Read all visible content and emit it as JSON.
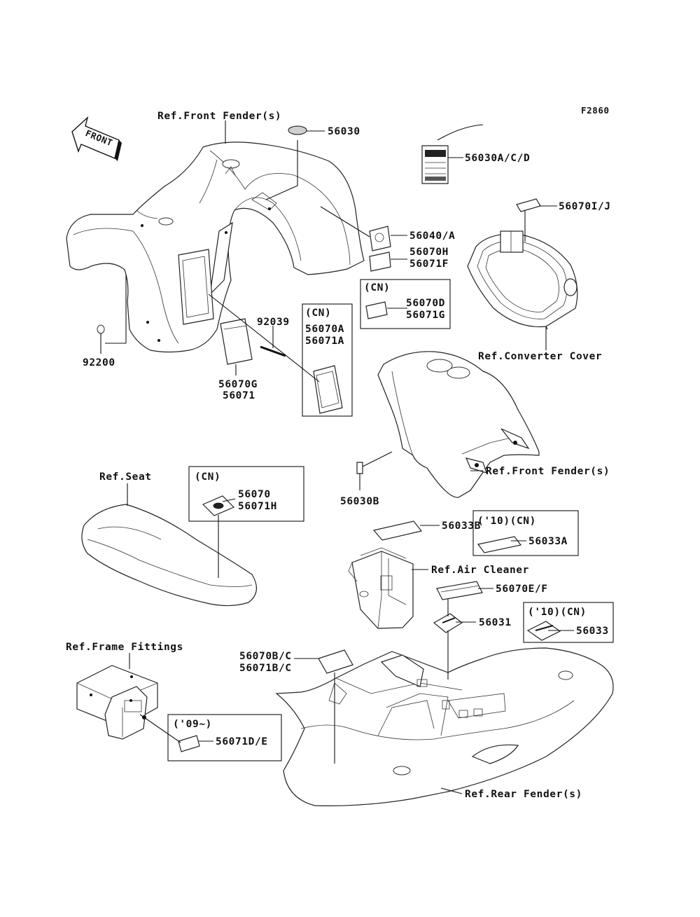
{
  "figure_id": "F2860",
  "direction_arrow": {
    "label": "FRONT",
    "icon": "front-arrow-icon"
  },
  "labels": {
    "ref_front_fender_top": "Ref.Front Fender(s)",
    "p56030": "56030",
    "p56030acd": "56030A/C/D",
    "p56070ij": "56070I/J",
    "p56040a": "56040/A",
    "p56070h": "56070H",
    "p56071f": "56071F",
    "cn1": "(CN)",
    "p56070d": "56070D",
    "p56071g": "56071G",
    "ref_converter_cover": "Ref.Converter Cover",
    "cn2": "(CN)",
    "p56070a": "56070A",
    "p56071a": "56071A",
    "p92039": "92039",
    "p92200": "92200",
    "p56070g": "56070G",
    "p56071": "56071",
    "ref_front_fender_mid": "Ref.Front Fender(s)",
    "p56030b": "56030B",
    "ref_seat": "Ref.Seat",
    "cn3": "(CN)",
    "p56070": "56070",
    "p56071h": "56071H",
    "p56033b": "56033B",
    "y10cn1": "('10)(CN)",
    "p56033a": "56033A",
    "ref_air_cleaner": "Ref.Air Cleaner",
    "p56070ef": "56070E/F",
    "p56031": "56031",
    "y10cn2": "('10)(CN)",
    "p56033": "56033",
    "ref_frame_fittings": "Ref.Frame Fittings",
    "p56070bc": "56070B/C",
    "p56071bc": "56071B/C",
    "y09": "('09~)",
    "p56071de": "56071D/E",
    "ref_rear_fender": "Ref.Rear Fender(s)"
  }
}
